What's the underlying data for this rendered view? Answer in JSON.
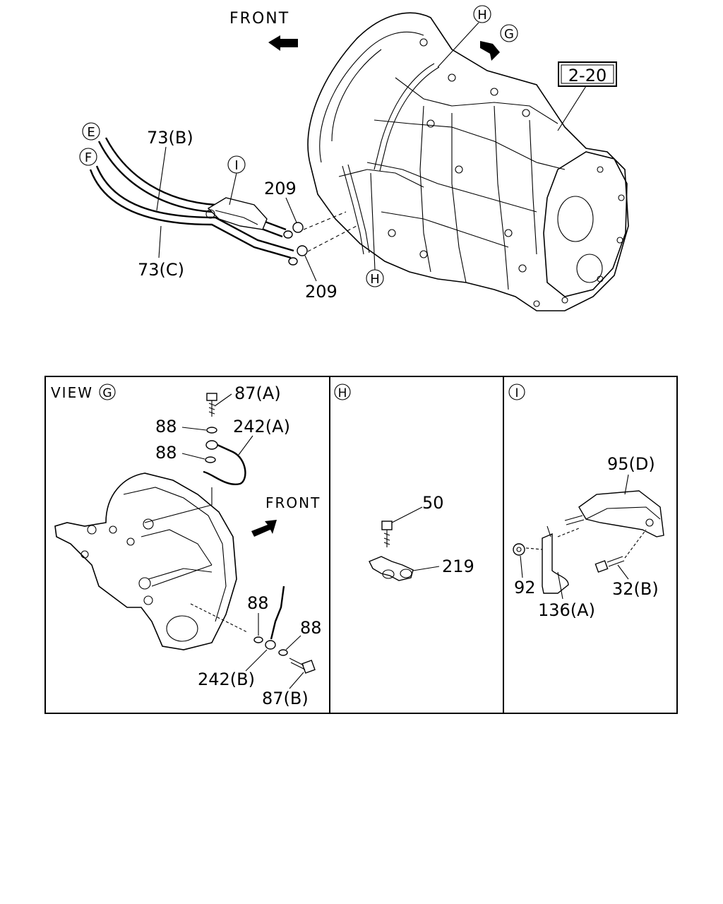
{
  "top": {
    "front_label": "FRONT",
    "ref_box": "2-20",
    "callouts": {
      "E": "E",
      "F": "F",
      "G": "G",
      "H_top": "H",
      "H_bottom": "H",
      "I": "I"
    },
    "parts": {
      "p73b": "73(B)",
      "p73c": "73(C)",
      "p209a": "209",
      "p209b": "209"
    }
  },
  "panels": {
    "view_g": {
      "title": "VIEW",
      "callout": "G",
      "front_label": "FRONT",
      "parts": {
        "p87a": "87(A)",
        "p88a": "88",
        "p242a": "242(A)",
        "p88b": "88",
        "p88c": "88",
        "p88d": "88",
        "p242b": "242(B)",
        "p87b": "87(B)"
      }
    },
    "view_h": {
      "callout": "H",
      "parts": {
        "p50": "50",
        "p219": "219"
      }
    },
    "view_i": {
      "callout": "I",
      "parts": {
        "p95d": "95(D)",
        "p92": "92",
        "p136a": "136(A)",
        "p32b": "32(B)"
      }
    }
  }
}
